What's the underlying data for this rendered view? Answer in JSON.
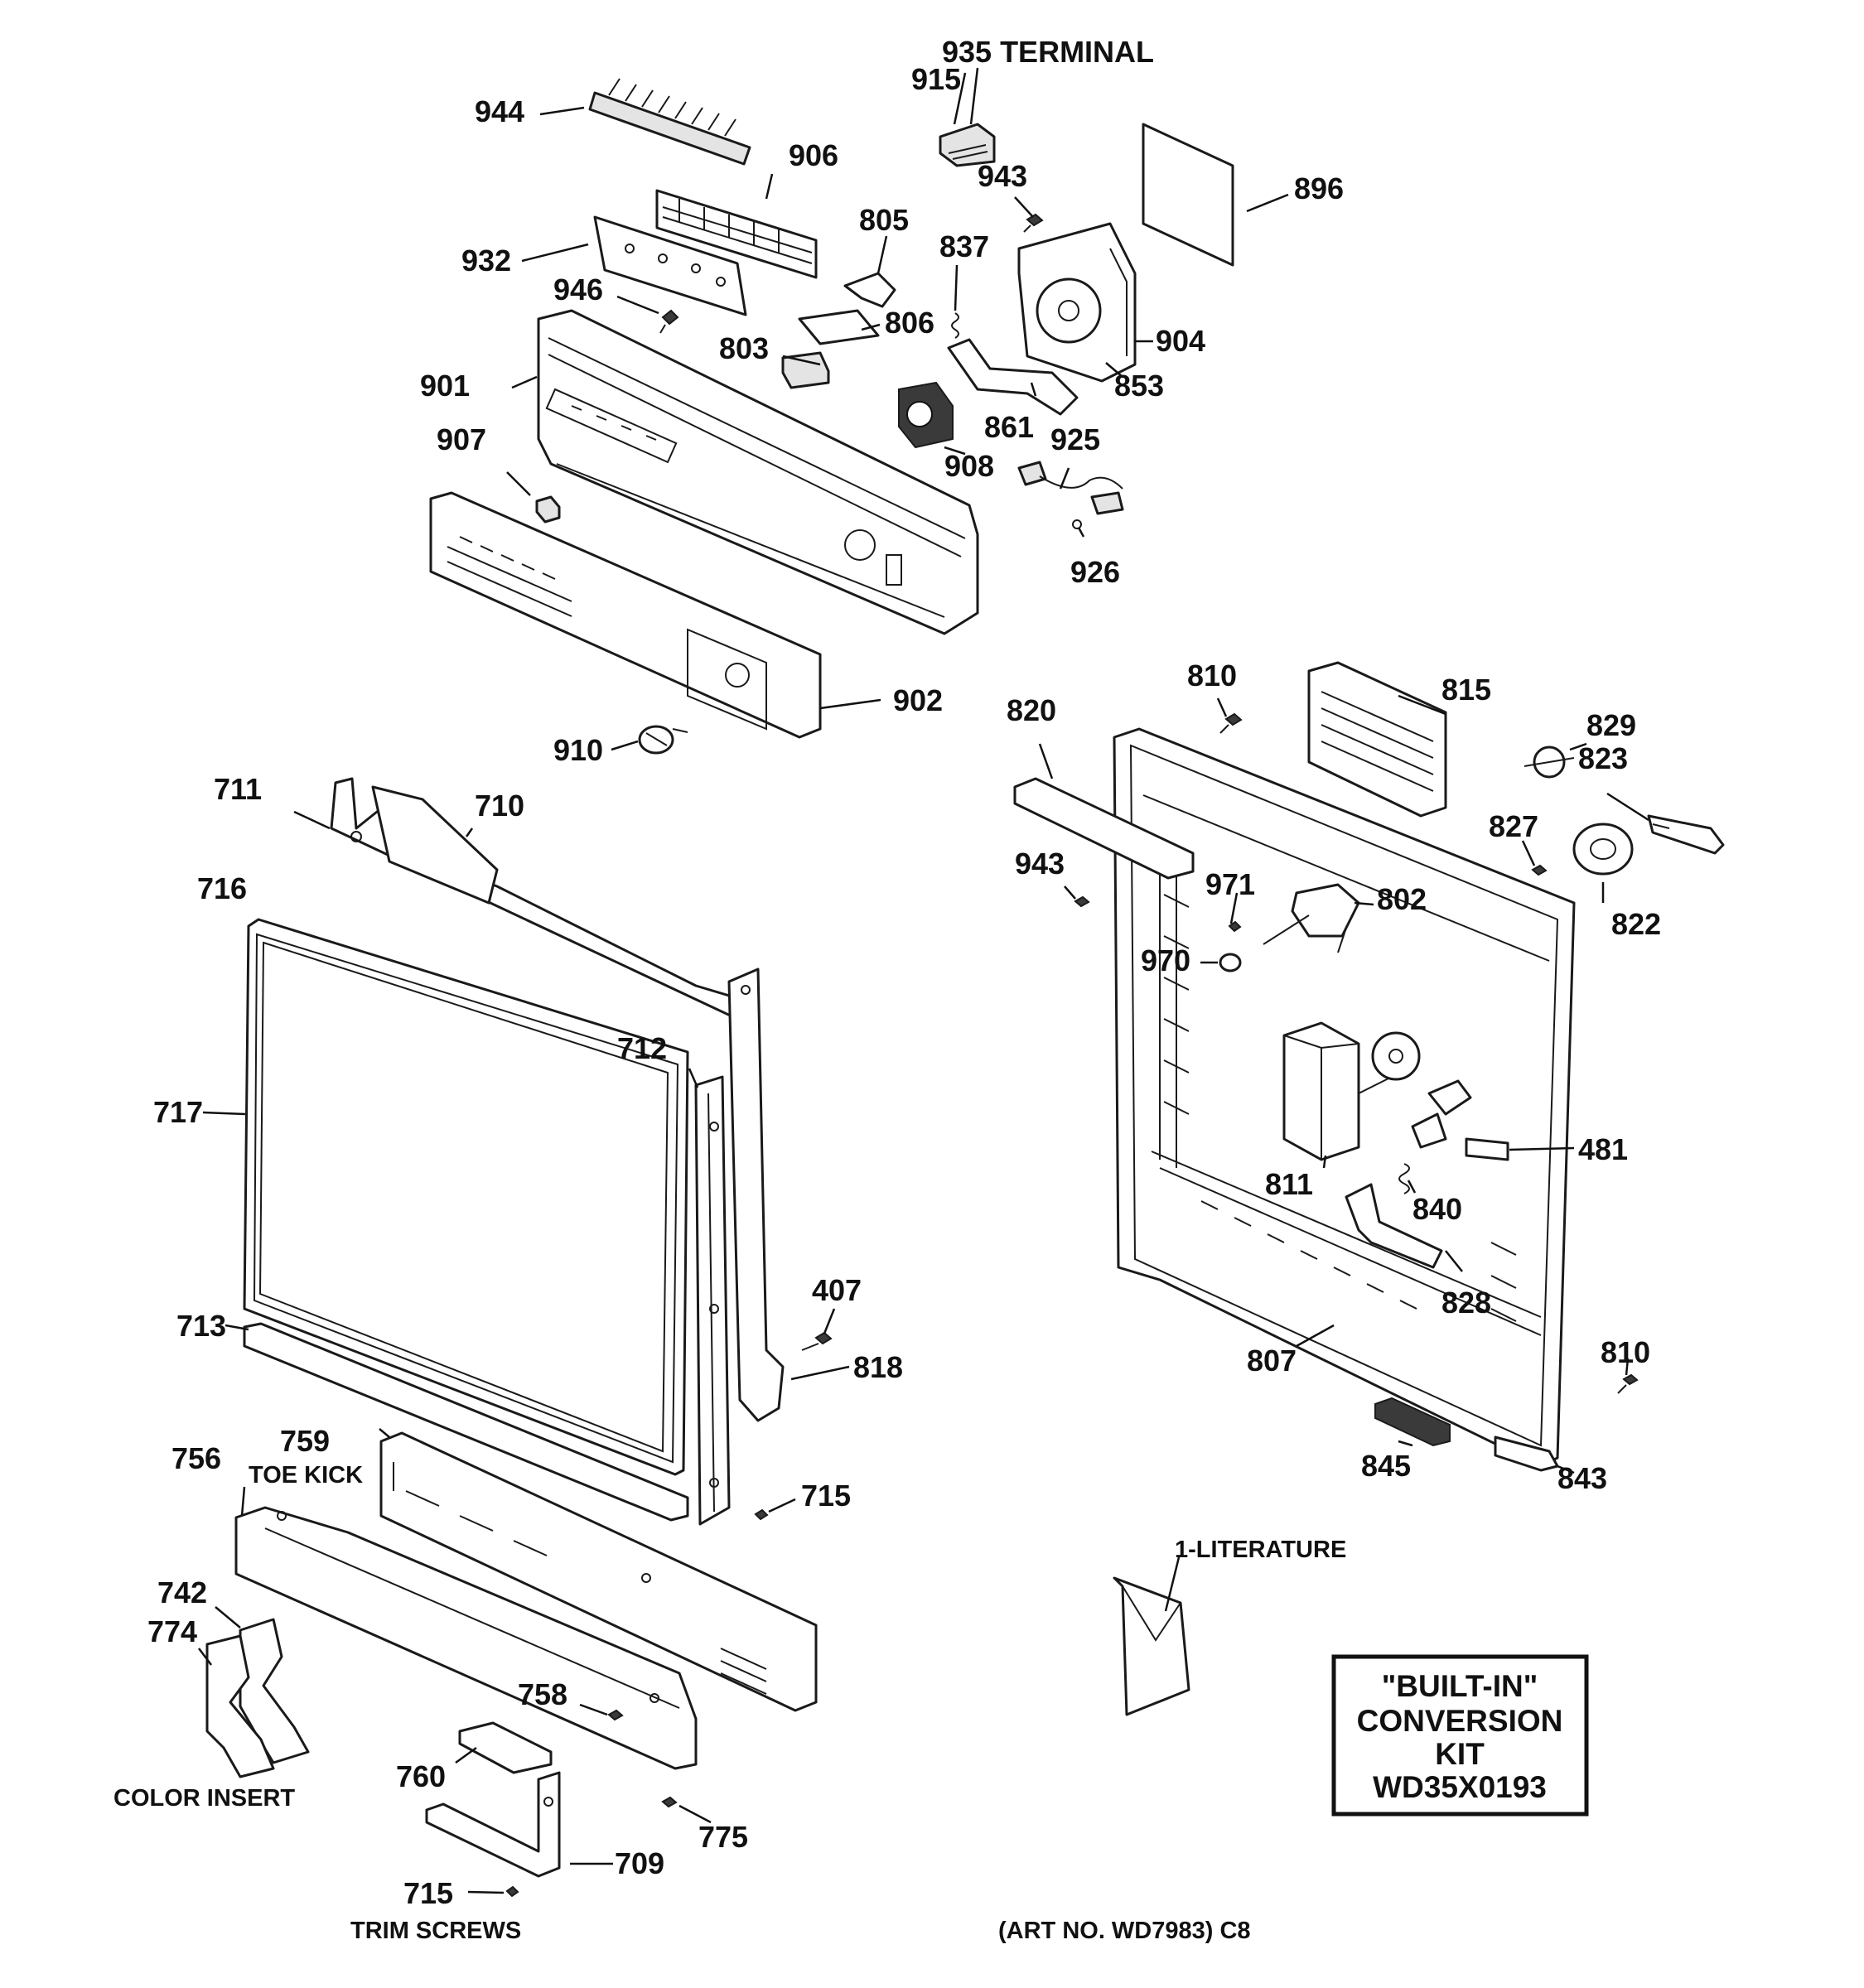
{
  "diagram": {
    "callouts": {
      "c944": "944",
      "c935": "935 TERMINAL",
      "c915": "915",
      "c906": "906",
      "c943a": "943",
      "c896": "896",
      "c805": "805",
      "c837": "837",
      "c932": "932",
      "c946": "946",
      "c806": "806",
      "c904": "904",
      "c803": "803",
      "c901": "901",
      "c853": "853",
      "c861": "861",
      "c925": "925",
      "c907": "907",
      "c908": "908",
      "c926": "926",
      "c810a": "810",
      "c815": "815",
      "c902": "902",
      "c820": "820",
      "c829": "829",
      "c910": "910",
      "c823": "823",
      "c711": "711",
      "c710": "710",
      "c827": "827",
      "c943b": "943",
      "c971": "971",
      "c716": "716",
      "c802": "802",
      "c822": "822",
      "c970": "970",
      "c712": "712",
      "c717": "717",
      "c481": "481",
      "c811": "811",
      "c840": "840",
      "c407": "407",
      "c828": "828",
      "c713": "713",
      "c818": "818",
      "c807": "807",
      "c810b": "810",
      "c759": "759",
      "c756": "756",
      "c845": "845",
      "c843": "843",
      "c715a": "715",
      "c742": "742",
      "c774": "774",
      "c758": "758",
      "c760": "760",
      "c775": "775",
      "c709": "709",
      "c715b": "715"
    },
    "notes": {
      "toe_kick": "TOE KICK",
      "color_insert": "COLOR INSERT",
      "trim_screws": "TRIM SCREWS",
      "literature": "1-LITERATURE",
      "art_no": "(ART NO. WD7983) C8"
    },
    "kit": {
      "line1": "\"BUILT-IN\"",
      "line2": "CONVERSION",
      "line3": "KIT",
      "line4": "WD35X0193"
    }
  }
}
